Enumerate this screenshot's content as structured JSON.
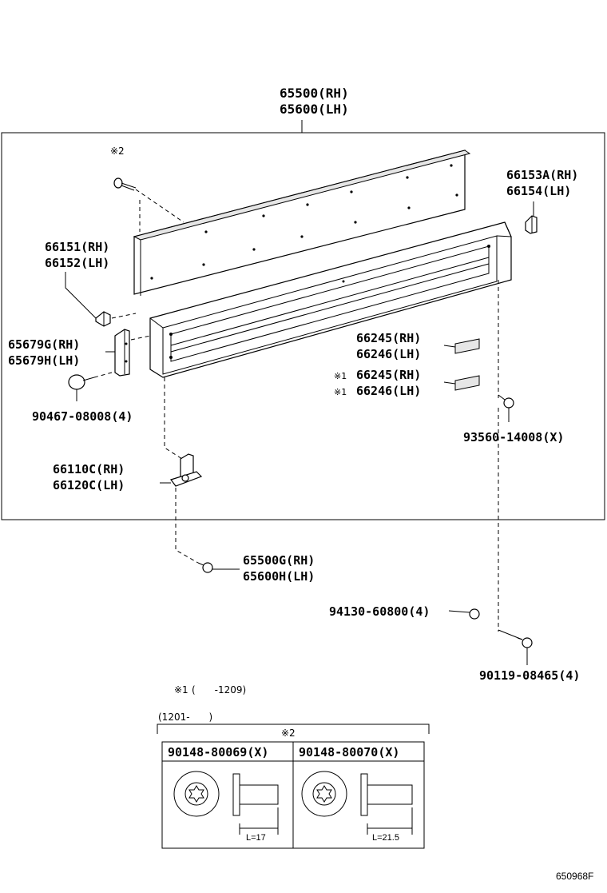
{
  "labels": {
    "main_rh": "65500(RH)",
    "main_lh": "65600(LH)",
    "mark2_top": "※2",
    "p66153a": "66153A(RH)",
    "p66154": "66154(LH)",
    "p66151": "66151(RH)",
    "p66152": "66152(LH)",
    "p65679g": "65679G(RH)",
    "p65679h": "65679H(LH)",
    "p66245_a": "66245(RH)",
    "p66246_a": "66246(LH)",
    "mark1_a": "※1",
    "p66245_b": "66245(RH)",
    "mark1_b": "※1",
    "p66246_b": "66246(LH)",
    "p90467": "90467-08008(4)",
    "p93560": "93560-14008(X)",
    "p66110c": "66110C(RH)",
    "p66120c": "66120C(LH)",
    "p65500g": "65500G(RH)",
    "p65600h": "65600H(LH)",
    "p94130": "94130-60800(4)",
    "p90119": "90119-08465(4)"
  },
  "notes": {
    "note1_mark": "※1",
    "note1_range": "(　　-1209)",
    "range2": "(1201-　　)",
    "mark2": "※2"
  },
  "table": {
    "col1_part": "90148-80069(X)",
    "col2_part": "90148-80070(X)",
    "col1_length": "L=17",
    "col2_length": "L=21.5"
  },
  "figure_id": "650968F"
}
